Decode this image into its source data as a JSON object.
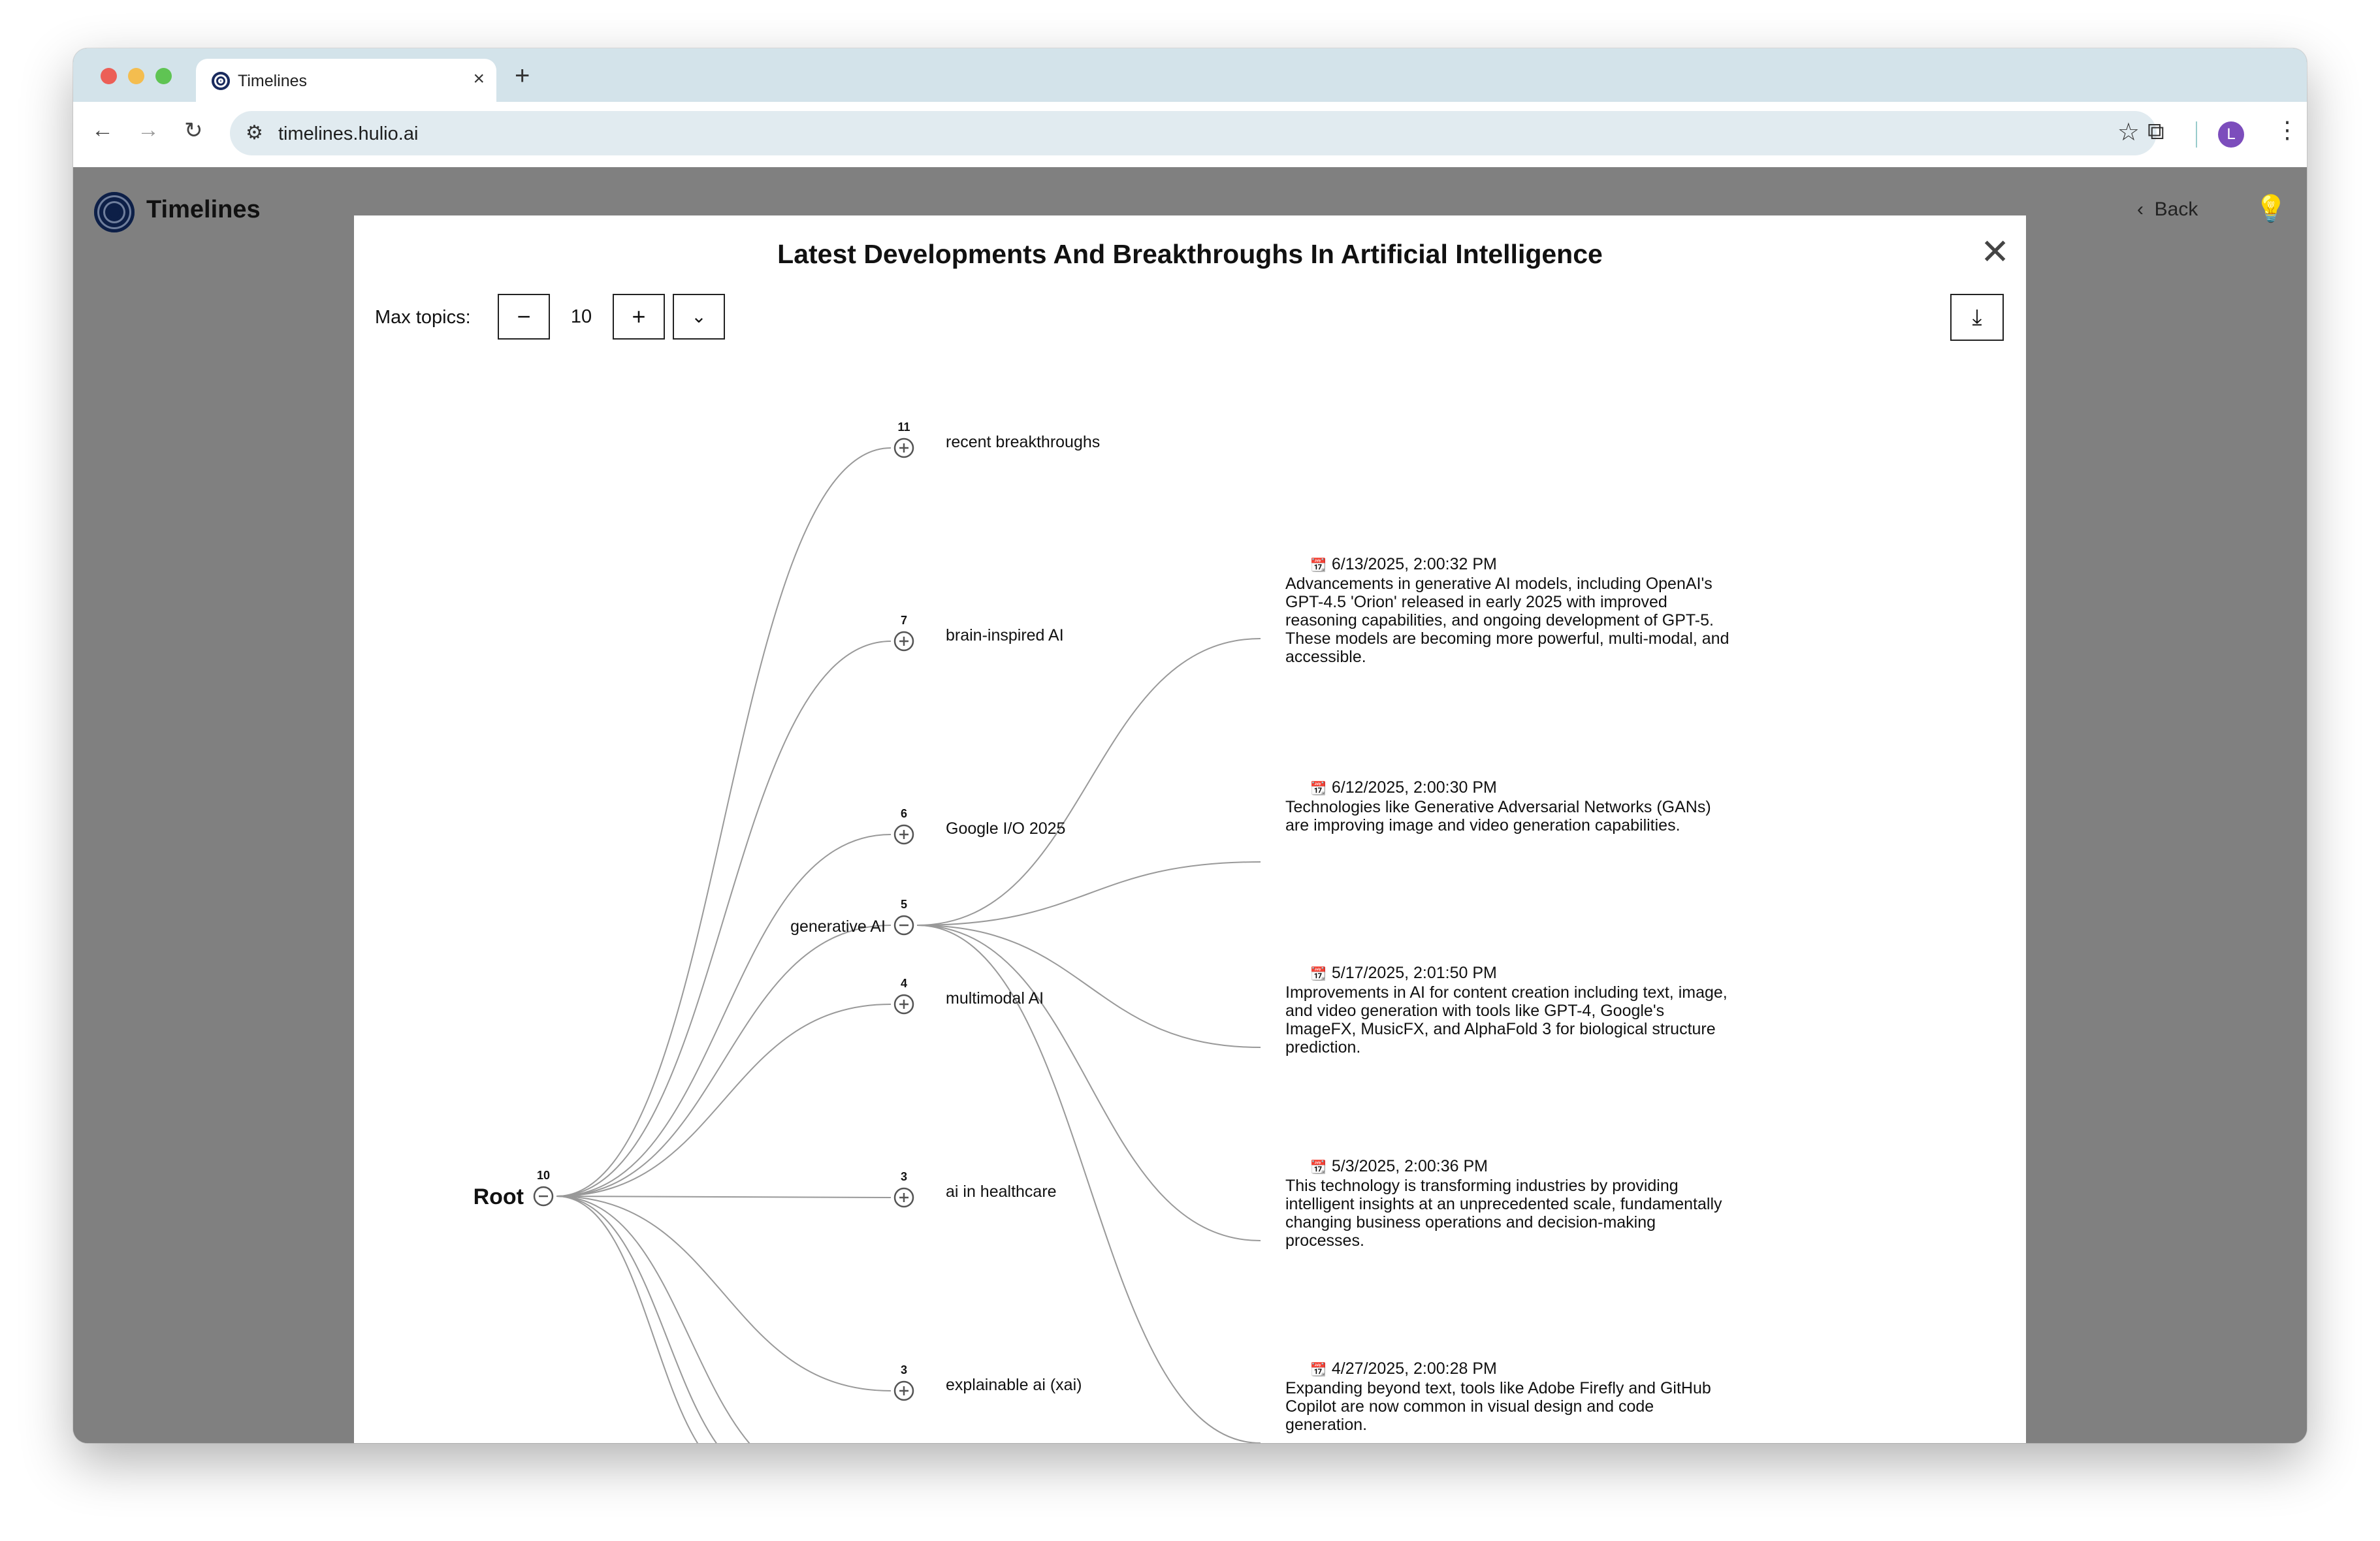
{
  "browser": {
    "tab_title": "Timelines",
    "new_tab": "+",
    "tab_close": "×",
    "url": "timelines.hulio.ai",
    "avatar_initial": "L"
  },
  "app": {
    "brand": "Timelines",
    "back_label": "Back"
  },
  "modal": {
    "title": "Latest Developments And Breakthroughs In Artificial Intelligence",
    "max_topics_label": "Max topics:",
    "max_topics_value": "10",
    "decrement": "−",
    "increment": "+"
  },
  "tree": {
    "root": {
      "label": "Root",
      "count": "10"
    },
    "topics": [
      {
        "label": "recent breakthroughs",
        "count": "11",
        "expanded": false
      },
      {
        "label": "brain-inspired AI",
        "count": "7",
        "expanded": false
      },
      {
        "label": "Google I/O 2025",
        "count": "6",
        "expanded": false
      },
      {
        "label": "generative AI",
        "count": "5",
        "expanded": true
      },
      {
        "label": "multimodal AI",
        "count": "4",
        "expanded": false
      },
      {
        "label": "ai in healthcare",
        "count": "3",
        "expanded": false
      },
      {
        "label": "explainable ai (xai)",
        "count": "3",
        "expanded": false
      }
    ],
    "events": [
      {
        "date": "6/13/2025, 2:00:32 PM",
        "text": "Advancements in generative AI models, including OpenAI's GPT-4.5 'Orion' released in early 2025 with improved reasoning capabilities, and ongoing development of GPT-5. These models are becoming more powerful, multi-modal, and accessible."
      },
      {
        "date": "6/12/2025, 2:00:30 PM",
        "text": "Technologies like Generative Adversarial Networks (GANs) are improving image and video generation capabilities."
      },
      {
        "date": "5/17/2025, 2:01:50 PM",
        "text": "Improvements in AI for content creation including text, image, and video generation with tools like GPT-4, Google's ImageFX, MusicFX, and AlphaFold 3 for biological structure prediction."
      },
      {
        "date": "5/3/2025, 2:00:36 PM",
        "text": "This technology is transforming industries by providing intelligent insights at an unprecedented scale, fundamentally changing business operations and decision-making processes."
      },
      {
        "date": "4/27/2025, 2:00:28 PM",
        "text": "Expanding beyond text, tools like Adobe Firefly and GitHub Copilot are now common in visual design and code generation."
      }
    ]
  }
}
